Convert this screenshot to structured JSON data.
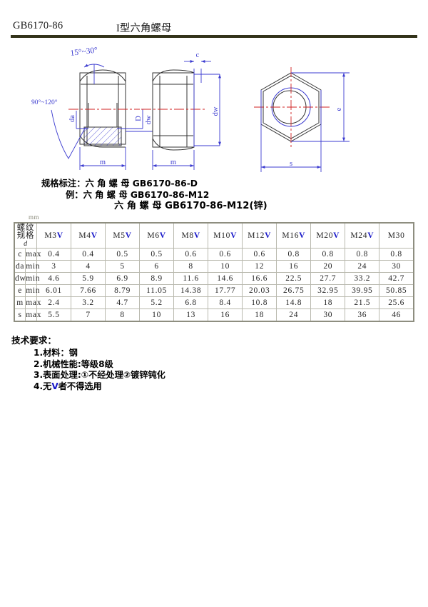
{
  "header": {
    "standard_code": "GB6170-86",
    "title": "I型六角螺母",
    "rule_color": "#33331a"
  },
  "drawing": {
    "name": "hex-nut-technical-drawing",
    "line_color": "#3b3bd0",
    "outline_color": "#333333",
    "center_line_color": "#d02020",
    "annotations": {
      "chamfer_angle": "15°~30°",
      "bearing_angle": "90°~120°",
      "label_da": "da",
      "label_D": "D",
      "label_dw": "dw",
      "label_m_left": "m",
      "label_m_right": "m",
      "label_c": "c",
      "label_dw_right": "dw",
      "label_e": "e",
      "label_s": "s"
    }
  },
  "spec_notes": {
    "line1": "规格标注：六 角 螺 母  GB6170-86-D",
    "line2": "例：六 角 螺 母  GB6170-86-M12",
    "line3": "六 角 螺 母  GB6170-86-M12(锌)"
  },
  "table": {
    "unit": "mm",
    "thread_header_main": "螺纹规格",
    "thread_header_sub": "d",
    "sizes": [
      {
        "label": "M3",
        "has_v": true
      },
      {
        "label": "M4",
        "has_v": true
      },
      {
        "label": "M5",
        "has_v": true
      },
      {
        "label": "M6",
        "has_v": true
      },
      {
        "label": "M8",
        "has_v": true
      },
      {
        "label": "M10",
        "has_v": true
      },
      {
        "label": "M12",
        "has_v": true
      },
      {
        "label": "M16",
        "has_v": true
      },
      {
        "label": "M20",
        "has_v": true
      },
      {
        "label": "M24",
        "has_v": true
      },
      {
        "label": "M30",
        "has_v": false
      }
    ],
    "v_mark": "V",
    "rows": [
      {
        "symbol": "c",
        "limit": "max",
        "values": [
          "0.4",
          "0.4",
          "0.5",
          "0.5",
          "0.6",
          "0.6",
          "0.6",
          "0.8",
          "0.8",
          "0.8",
          "0.8"
        ]
      },
      {
        "symbol": "da",
        "limit": "min",
        "values": [
          "3",
          "4",
          "5",
          "6",
          "8",
          "10",
          "12",
          "16",
          "20",
          "24",
          "30"
        ]
      },
      {
        "symbol": "dw",
        "limit": "min",
        "values": [
          "4.6",
          "5.9",
          "6.9",
          "8.9",
          "11.6",
          "14.6",
          "16.6",
          "22.5",
          "27.7",
          "33.2",
          "42.7"
        ]
      },
      {
        "symbol": "e",
        "limit": "min",
        "values": [
          "6.01",
          "7.66",
          "8.79",
          "11.05",
          "14.38",
          "17.77",
          "20.03",
          "26.75",
          "32.95",
          "39.95",
          "50.85"
        ]
      },
      {
        "symbol": "m",
        "limit": "max",
        "values": [
          "2.4",
          "3.2",
          "4.7",
          "5.2",
          "6.8",
          "8.4",
          "10.8",
          "14.8",
          "18",
          "21.5",
          "25.6"
        ]
      },
      {
        "symbol": "s",
        "limit": "max",
        "values": [
          "5.5",
          "7",
          "8",
          "10",
          "13",
          "16",
          "18",
          "24",
          "30",
          "36",
          "46"
        ]
      }
    ]
  },
  "tech_requirements": {
    "title": "技术要求：",
    "items": [
      "1.材料：钢",
      "2.机械性能:等级8级",
      "3.表面处理:①不经处理②镀锌钝化",
      "4.无V者不得选用"
    ],
    "item4_prefix": "4.无",
    "item4_v": "V",
    "item4_suffix": "者不得选用",
    "v_color": "#1515c8"
  }
}
